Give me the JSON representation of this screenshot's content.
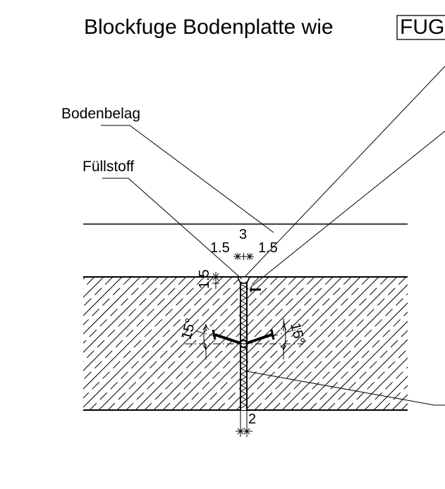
{
  "title": "Blockfuge Bodenplatte wie",
  "title_ref": "FUGE",
  "labels": {
    "bodenbelag": "Bodenbelag",
    "fuellstoff": "Füllstoff"
  },
  "dimensions": {
    "gap_left": "1.5",
    "gap_center": "3",
    "gap_right": "1.5",
    "depth": "1.5",
    "angle_left": "15°",
    "angle_right": "15°",
    "bottom_width": "2"
  },
  "colors": {
    "line": "#000000",
    "background": "#ffffff"
  }
}
